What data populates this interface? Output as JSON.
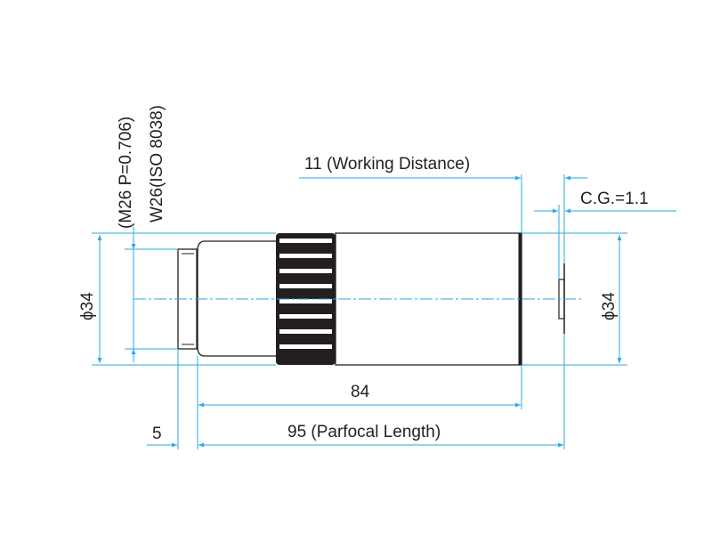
{
  "drawing": {
    "colors": {
      "dimension": "#29a8df",
      "outline": "#231f20",
      "background": "#ffffff"
    },
    "labels": {
      "thread_spec": "(M26 P=0.706)",
      "thread_std": "W26(ISO 8038)",
      "working_distance": "11 (Working Distance)",
      "cover_glass": "C.G.=1.1",
      "diameter_left": "ϕ34",
      "diameter_right": "ϕ34",
      "body_length": "84",
      "thread_length": "5",
      "parfocal_length": "95 (Parfocal Length)"
    }
  }
}
